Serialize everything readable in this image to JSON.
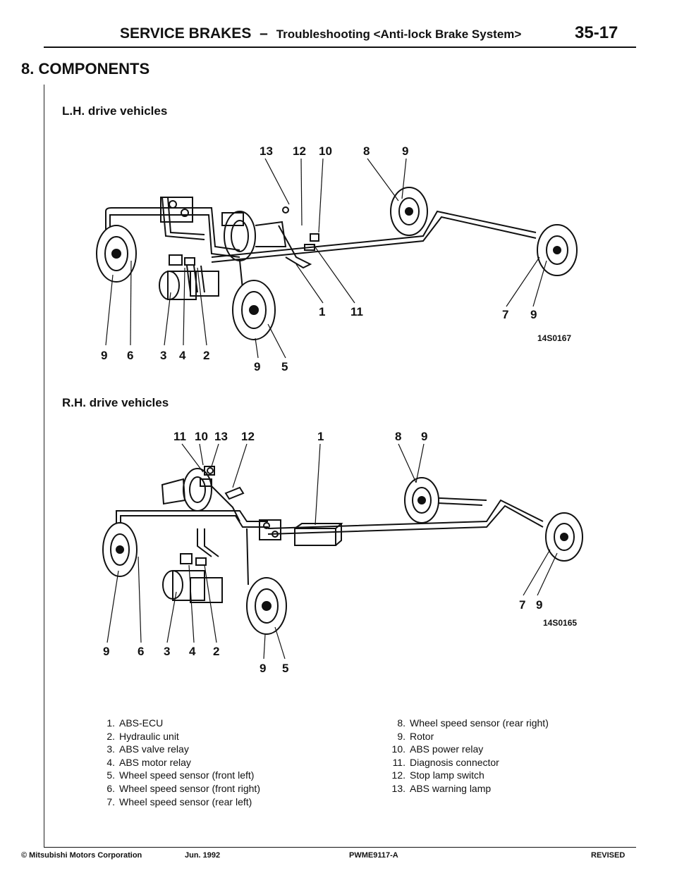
{
  "header": {
    "section": "SERVICE BRAKES",
    "dash": "–",
    "subtitle": "Troubleshooting <Anti-lock Brake System>",
    "page_number": "35-17"
  },
  "title": "8. COMPONENTS",
  "lh": {
    "heading": "L.H. drive vehicles",
    "code": "14S0167",
    "labels": [
      "13",
      "12",
      "10",
      "8",
      "9",
      "1",
      "11",
      "7",
      "9",
      "9",
      "6",
      "3",
      "4",
      "2",
      "9",
      "5"
    ]
  },
  "rh": {
    "heading": "R.H. drive vehicles",
    "code": "14S0165",
    "labels": [
      "11",
      "10",
      "13",
      "12",
      "1",
      "8",
      "9",
      "7",
      "9",
      "9",
      "6",
      "3",
      "4",
      "2",
      "9",
      "5"
    ]
  },
  "legend": {
    "left": [
      {
        "n": "1.",
        "text": "ABS-ECU"
      },
      {
        "n": "2.",
        "text": "Hydraulic unit"
      },
      {
        "n": "3.",
        "text": "ABS valve relay"
      },
      {
        "n": "4.",
        "text": "ABS motor relay"
      },
      {
        "n": "5.",
        "text": "Wheel speed sensor (front left)"
      },
      {
        "n": "6.",
        "text": "Wheel speed sensor (front right)"
      },
      {
        "n": "7.",
        "text": "Wheel speed sensor (rear left)"
      }
    ],
    "right": [
      {
        "n": "8.",
        "text": "Wheel speed sensor (rear right)"
      },
      {
        "n": "9.",
        "text": "Rotor"
      },
      {
        "n": "10.",
        "text": "ABS power relay"
      },
      {
        "n": "11.",
        "text": "Diagnosis connector"
      },
      {
        "n": "12.",
        "text": "Stop lamp switch"
      },
      {
        "n": "13.",
        "text": "ABS warning lamp"
      }
    ]
  },
  "footer": {
    "copyright": "© Mitsubishi Motors Corporation",
    "date": "Jun. 1992",
    "doc_code": "PWME9117-A",
    "status": "REVISED"
  }
}
